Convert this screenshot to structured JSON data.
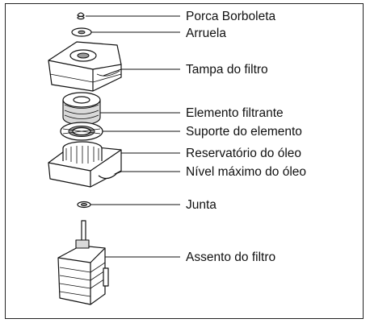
{
  "parts": [
    {
      "id": "wing-nut",
      "label": "Porca Borboleta"
    },
    {
      "id": "washer",
      "label": "Arruela"
    },
    {
      "id": "filter-cover",
      "label": "Tampa do filtro"
    },
    {
      "id": "filter-element",
      "label": "Elemento filtrante"
    },
    {
      "id": "element-support",
      "label": "Suporte do elemento"
    },
    {
      "id": "oil-reservoir",
      "label": "Reservatório do óleo"
    },
    {
      "id": "max-oil-level",
      "label": "Nível máximo do óleo"
    },
    {
      "id": "gasket",
      "label": "Junta"
    },
    {
      "id": "filter-base",
      "label": "Assento do filtro"
    }
  ]
}
